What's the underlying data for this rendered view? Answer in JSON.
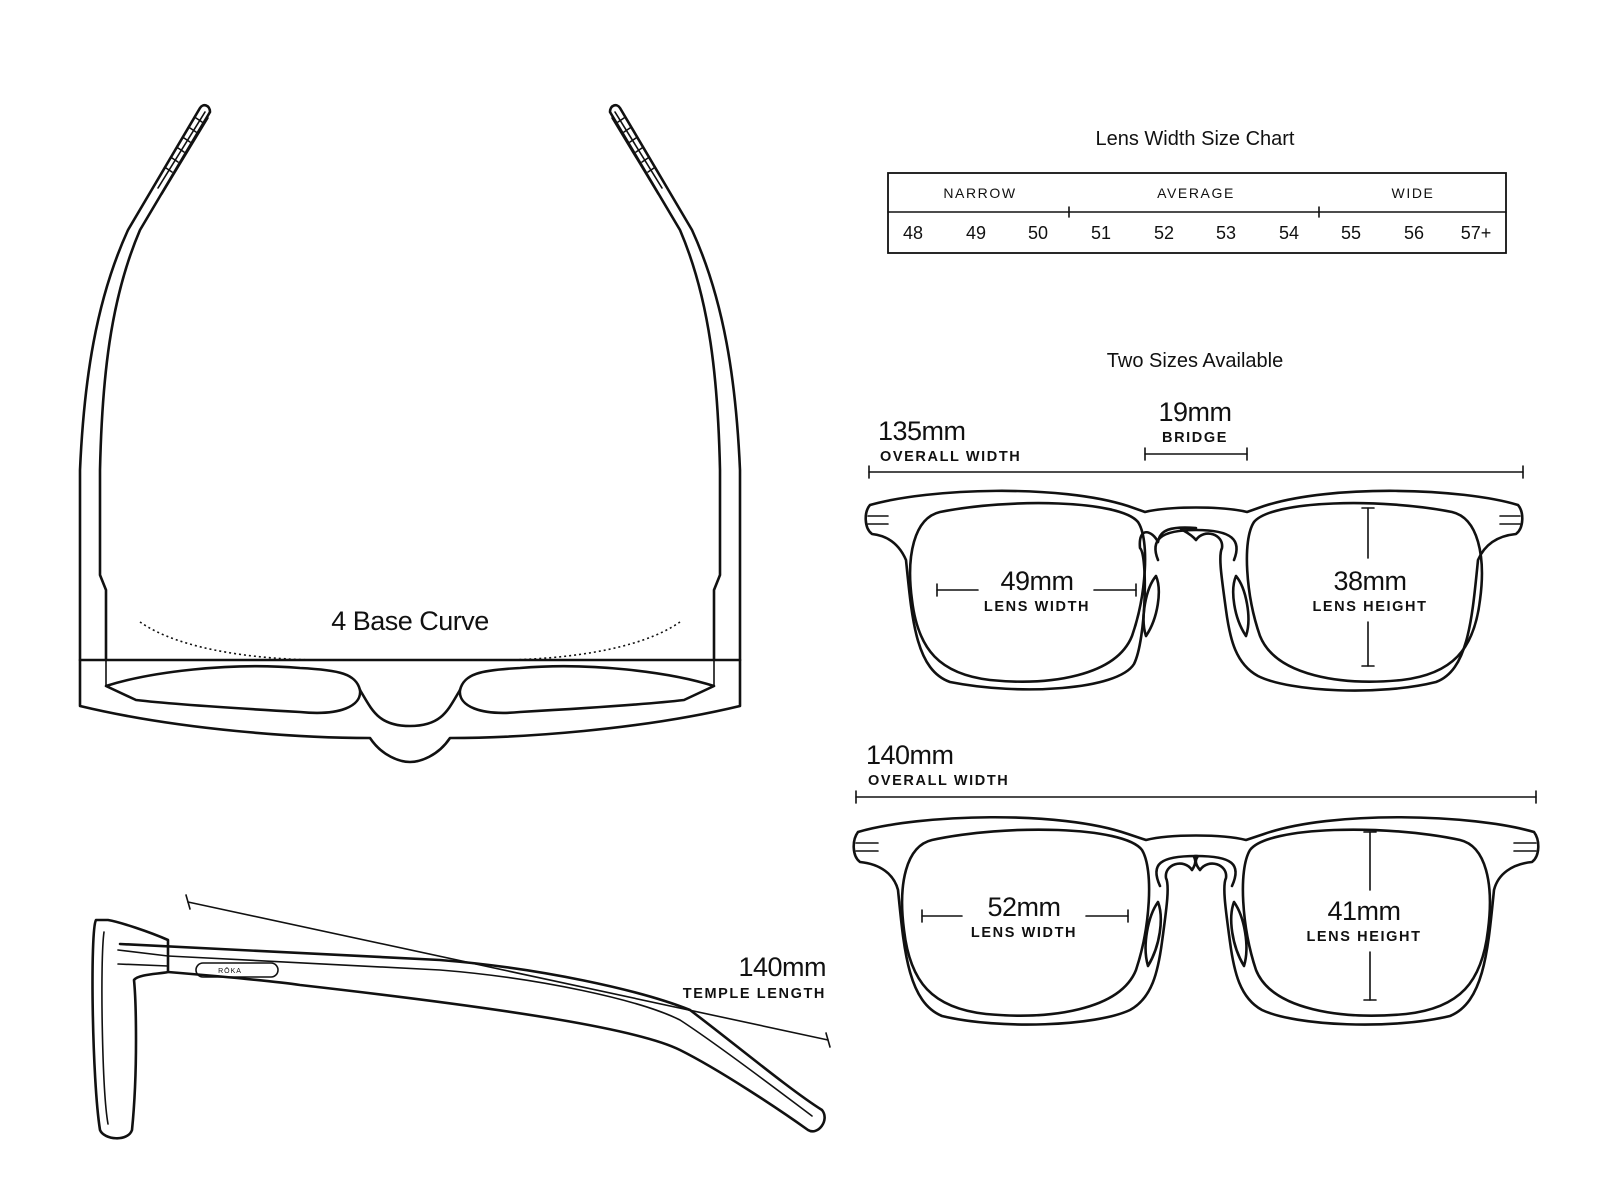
{
  "size_chart": {
    "title": "Lens Width Size Chart",
    "categories": [
      {
        "label": "NARROW",
        "sizes": [
          "48",
          "49",
          "50"
        ]
      },
      {
        "label": "AVERAGE",
        "sizes": [
          "51",
          "52",
          "53",
          "54"
        ]
      },
      {
        "label": "WIDE",
        "sizes": [
          "55",
          "56",
          "57+"
        ]
      }
    ]
  },
  "sizes_section": {
    "title": "Two Sizes Available",
    "small": {
      "overall_width": "135mm",
      "overall_width_label": "OVERALL WIDTH",
      "bridge": "19mm",
      "bridge_label": "BRIDGE",
      "lens_width": "49mm",
      "lens_width_label": "LENS WIDTH",
      "lens_height": "38mm",
      "lens_height_label": "LENS HEIGHT"
    },
    "large": {
      "overall_width": "140mm",
      "overall_width_label": "OVERALL WIDTH",
      "lens_width": "52mm",
      "lens_width_label": "LENS WIDTH",
      "lens_height": "41mm",
      "lens_height_label": "LENS HEIGHT"
    }
  },
  "top_view": {
    "base_curve_label": "4 Base Curve"
  },
  "side_view": {
    "temple_length": "140mm",
    "temple_length_label": "TEMPLE LENGTH",
    "brand_mark": "RŌKA"
  }
}
